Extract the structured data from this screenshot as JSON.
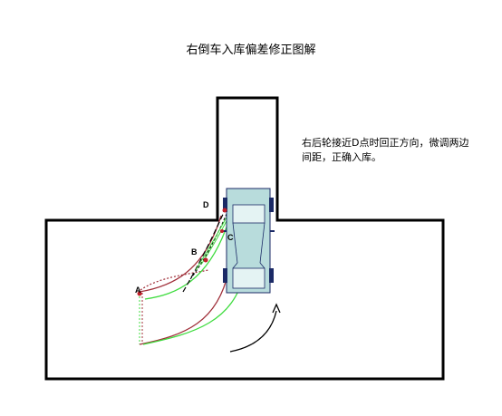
{
  "title": "右倒车入库偏差修正图解",
  "note": "右后轮接近D点时回正方向，微调两边间距，正确入库。",
  "points": {
    "A": "A",
    "B": "B",
    "C": "C",
    "D": "D"
  },
  "colors": {
    "outline": "#000000",
    "car_body": "#b8dcdc",
    "car_window": "#e4f3f3",
    "wheel": "#1b2a66",
    "path_green": "#3fdc3f",
    "path_red": "#a0303a",
    "marker": "#c0202a"
  }
}
